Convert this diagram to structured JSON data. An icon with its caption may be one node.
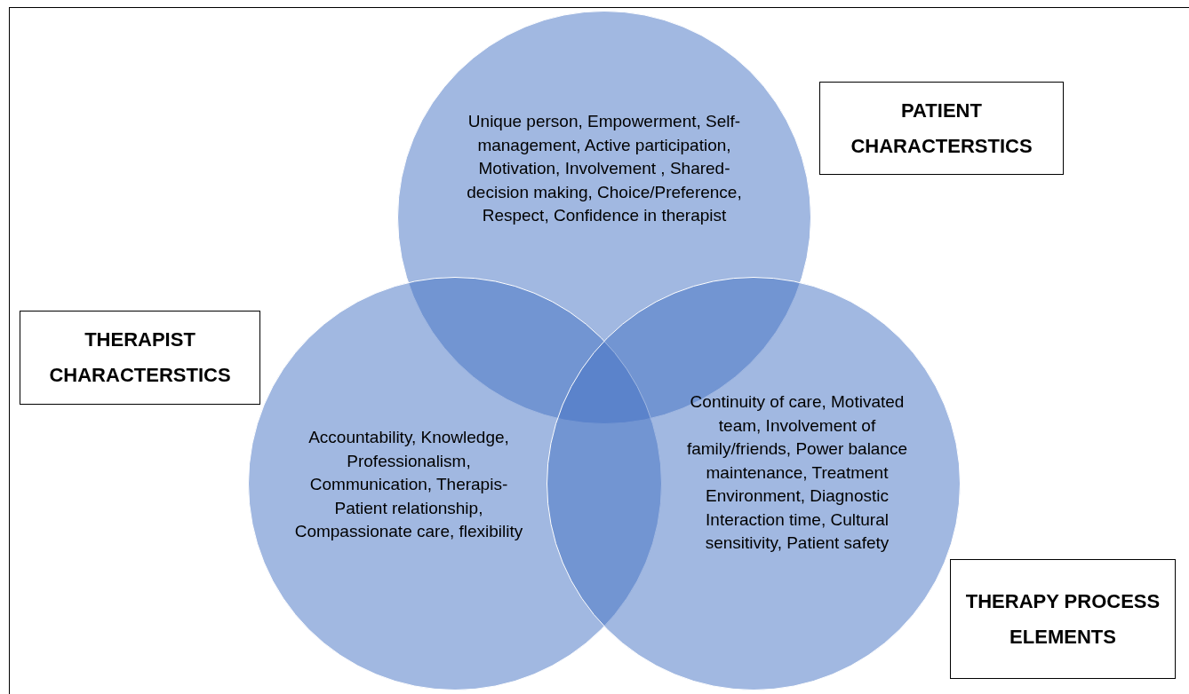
{
  "diagram": {
    "nodes": [
      {
        "text": [
          "Unique person, Empowerment, Self-management, Active participation, Motivation, Involvement , Shared-decision making, Choice/Preference, Respect, Confidence in therapist"
        ]
      },
      {
        "text": [
          "Accountability, Knowledge, Professionalism, Communication, Therapis-Patient relationship, Compassionate care, flexibility"
        ]
      },
      {
        "text": [
          "Continuity of care, Motivated team, Involvement of family/friends, Power balance maintenance, Treatment Environment, Diagnostic Interaction time, Cultural sensitivity, Patient safety"
        ]
      },
      {
        "text": [
          "PATIENT CHARACTERSTICS"
        ]
      },
      {
        "text": [
          "THERAPIST CHARACTERSTICS"
        ]
      },
      {
        "text": [
          "THERAPY PROCESS ELEMENTS"
        ]
      }
    ],
    "edges": []
  }
}
